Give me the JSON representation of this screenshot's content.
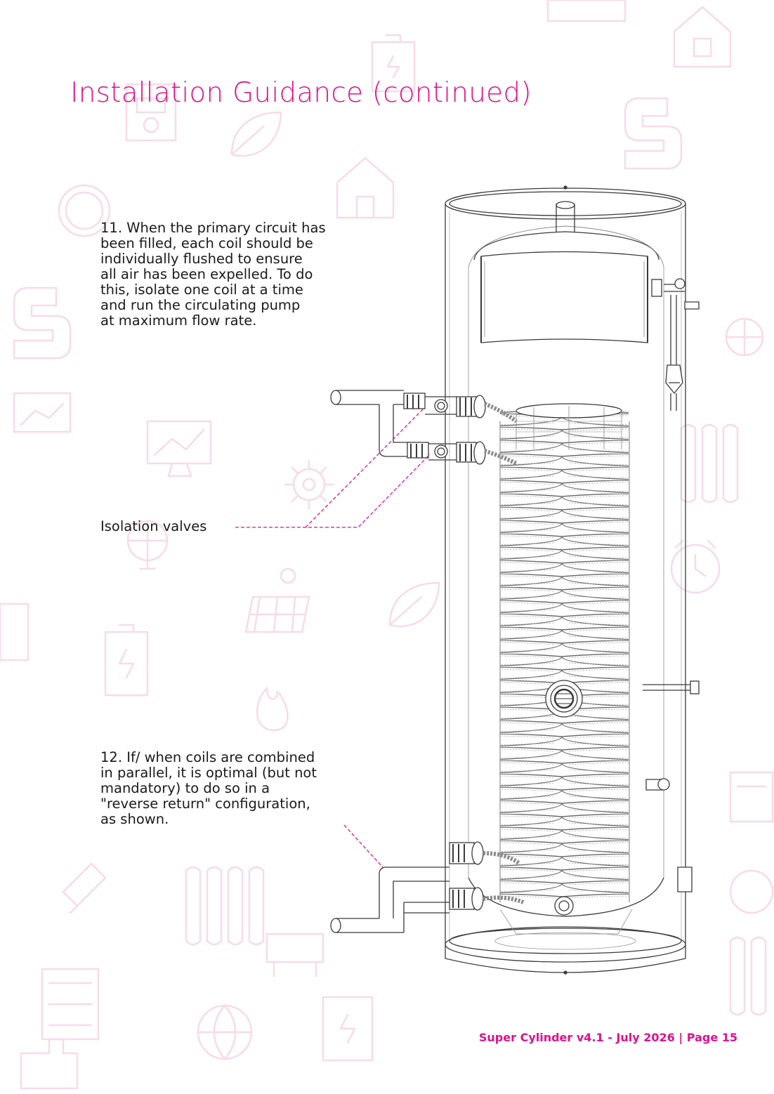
{
  "page": {
    "title": "Installation Guidance (continued)",
    "footer": "Super Cylinder v4.1 - July 2026 | Page 15"
  },
  "steps": [
    {
      "lines": [
        "11. When the primary circuit has",
        "been filled, each coil should be",
        "individually flushed to ensure",
        "all air has been expelled. To do",
        "this, isolate one coil at a time",
        "and run the circulating pump",
        "at maximum flow rate."
      ]
    },
    {
      "lines": [
        "12. If/ when coils are combined",
        "in parallel, it is optimal (but not",
        "mandatory) to do so in a",
        "\"reverse return\" configuration,",
        "as shown."
      ]
    }
  ],
  "diagram": {
    "callout_label": "Isolation valves",
    "callout_color": "#e0118c",
    "line_color": "#3a3a3a"
  },
  "colors": {
    "accent": "#e0118c",
    "text": "#1a1a1a",
    "pattern": "#f6d5e6"
  },
  "icons": [
    "house-icon",
    "leaf-icon",
    "sun-icon",
    "monitor-icon",
    "flame-icon",
    "gear-icon",
    "radiator-icon",
    "globe-icon",
    "clock-icon",
    "battery-icon"
  ]
}
